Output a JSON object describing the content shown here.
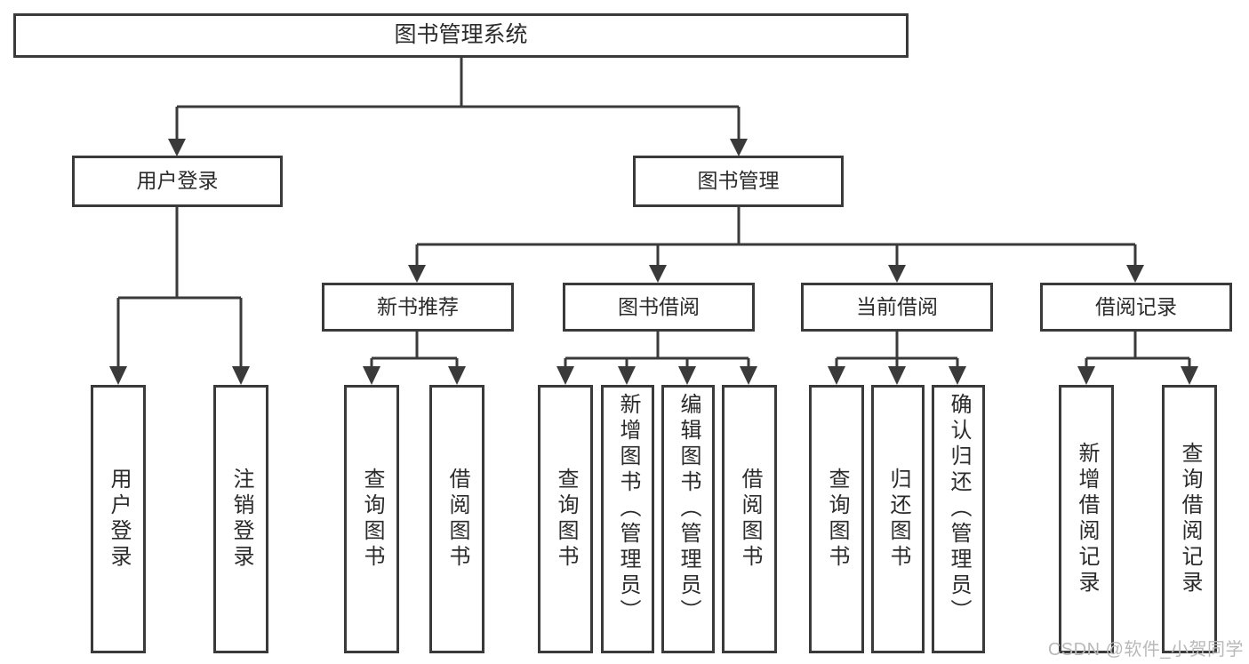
{
  "diagram": {
    "title": "图书管理系统",
    "type": "功能结构图",
    "root": {
      "label": "图书管理系统"
    },
    "level2": [
      {
        "id": "user-login",
        "label": "用户登录"
      },
      {
        "id": "book-manage",
        "label": "图书管理"
      }
    ],
    "level3": [
      {
        "id": "new-book-rec",
        "label": "新书推荐",
        "parent": "book-manage"
      },
      {
        "id": "book-borrow",
        "label": "图书借阅",
        "parent": "book-manage"
      },
      {
        "id": "current-borrow",
        "label": "当前借阅",
        "parent": "book-manage"
      },
      {
        "id": "borrow-record",
        "label": "借阅记录",
        "parent": "book-manage"
      }
    ],
    "leaves": [
      {
        "id": "leaf-user-login",
        "label": "用户登录",
        "parent": "user-login"
      },
      {
        "id": "leaf-user-logout",
        "label": "注销登录",
        "parent": "user-login"
      },
      {
        "id": "leaf-query-book-rec",
        "label": "查询图书",
        "parent": "new-book-rec"
      },
      {
        "id": "leaf-borrow-book-rec",
        "label": "借阅图书",
        "parent": "new-book-rec"
      },
      {
        "id": "leaf-query-book-borrow",
        "label": "查询图书",
        "parent": "book-borrow"
      },
      {
        "id": "leaf-add-book",
        "label": "新增图书（管理员）",
        "parent": "book-borrow"
      },
      {
        "id": "leaf-edit-book",
        "label": "编辑图书（管理员）",
        "parent": "book-borrow"
      },
      {
        "id": "leaf-borrow-book",
        "label": "借阅图书",
        "parent": "book-borrow"
      },
      {
        "id": "leaf-query-book-current",
        "label": "查询图书",
        "parent": "current-borrow"
      },
      {
        "id": "leaf-return-book",
        "label": "归还图书",
        "parent": "current-borrow"
      },
      {
        "id": "leaf-confirm-return",
        "label": "确认归还（管理员）",
        "parent": "current-borrow"
      },
      {
        "id": "leaf-add-record",
        "label": "新增借阅记录",
        "parent": "borrow-record"
      },
      {
        "id": "leaf-query-record",
        "label": "查询借阅记录",
        "parent": "borrow-record"
      }
    ]
  },
  "watermark": {
    "text": "CSDN @软件_小贺同学"
  },
  "colors": {
    "stroke": "#3a3a3a",
    "text": "#2b2b2b",
    "background": "#ffffff",
    "watermark": "#b9b9b9"
  }
}
